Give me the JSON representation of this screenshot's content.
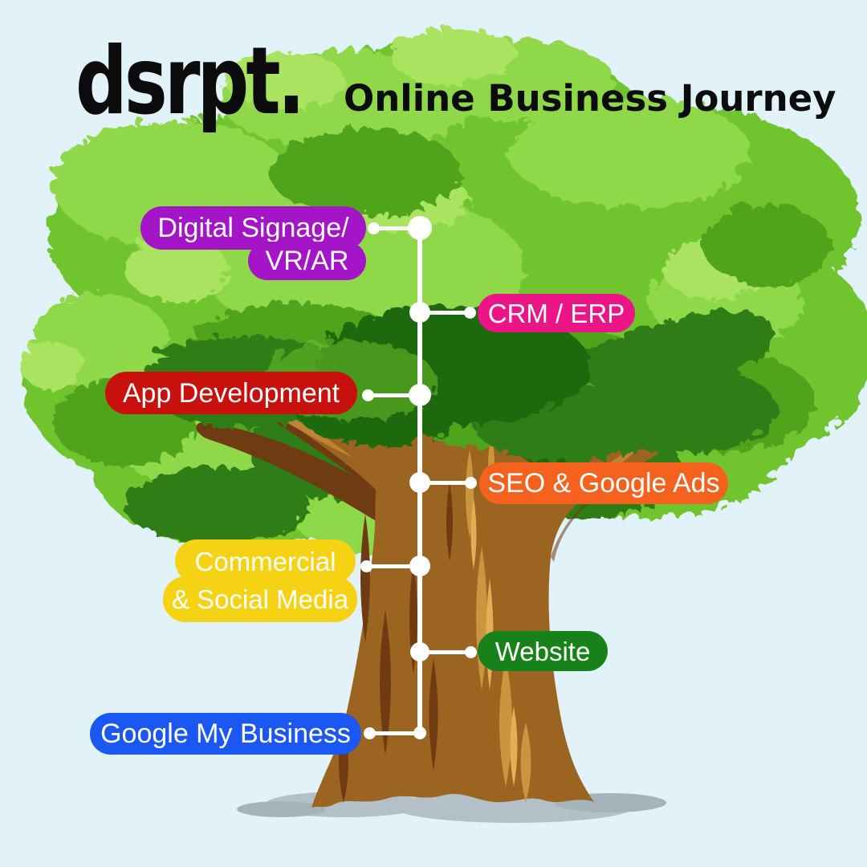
{
  "header": {
    "logo": "dsrpt.",
    "title": "Online Business Journey"
  },
  "badges": [
    {
      "id": "digital-signage-vr-ar",
      "lines": [
        "Digital Signage/",
        "VR/AR"
      ],
      "color": "#A315C6"
    },
    {
      "id": "crm-erp",
      "lines": [
        "CRM / ERP"
      ],
      "color": "#EB1588"
    },
    {
      "id": "app-development",
      "lines": [
        "App Development"
      ],
      "color": "#C8100D"
    },
    {
      "id": "seo-google-ads",
      "lines": [
        "SEO & Google Ads"
      ],
      "color": "#F4621E"
    },
    {
      "id": "commercial-social-media",
      "lines": [
        "Commercial",
        "& Social Media"
      ],
      "color": "#F6D214"
    },
    {
      "id": "website",
      "lines": [
        "Website"
      ],
      "color": "#18821A"
    },
    {
      "id": "google-my-business",
      "lines": [
        "Google My Business"
      ],
      "color": "#1B57F2"
    }
  ],
  "theme": {
    "background": "#E2F2F9",
    "timeline_color": "#FFFFFF",
    "badge_text_color": "#FFFFFF",
    "title_color": "#0C0C0C",
    "canopy_greens": [
      "#A9E360",
      "#8FD848",
      "#70C52F",
      "#4FA41F",
      "#2F7D13",
      "#1F6B0E"
    ],
    "trunk_browns": [
      "#E3AF55",
      "#C9953F",
      "#9C6421",
      "#6E3B12"
    ],
    "shadow_color": "#B4C0C7"
  }
}
